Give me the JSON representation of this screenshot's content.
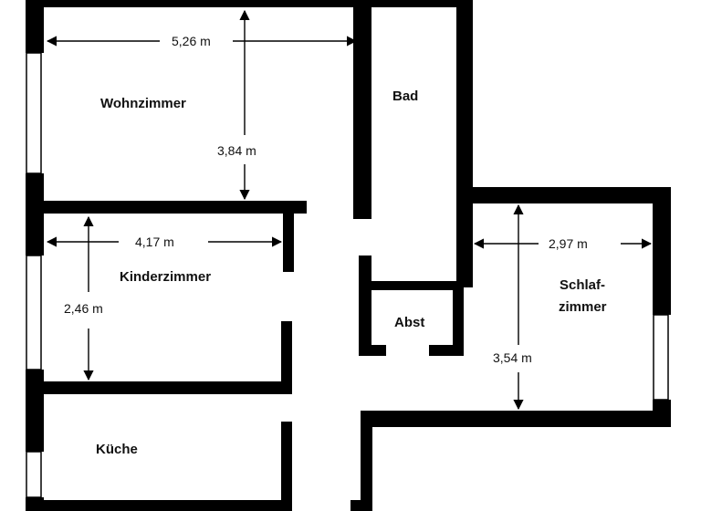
{
  "rooms": {
    "wohnzimmer": "Wohnzimmer",
    "bad": "Bad",
    "kinderzimmer": "Kinderzimmer",
    "abst": "Abst",
    "schlaf_line1": "Schlaf-",
    "schlaf_line2": "zimmer",
    "kueche": "Küche"
  },
  "dimensions": {
    "wohnzimmer_width": "5,26 m",
    "wohnzimmer_depth": "3,84 m",
    "kinderzimmer_width": "4,17 m",
    "kinderzimmer_depth": "2,46 m",
    "schlaf_width": "2,97 m",
    "schlaf_depth": "3,54 m"
  },
  "colors": {
    "wall": "#000000",
    "background": "#ffffff",
    "line": "#000000"
  }
}
